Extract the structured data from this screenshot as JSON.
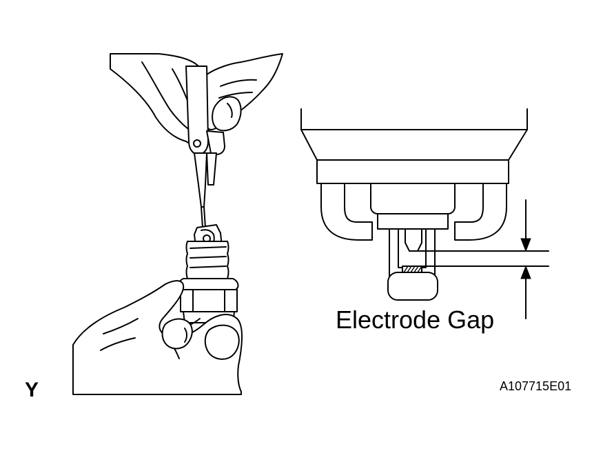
{
  "figure": {
    "electrode_gap_label": "Electrode Gap",
    "view_letter": "Y",
    "figure_code": "A107715E01"
  },
  "colors": {
    "line": "#000000",
    "background": "#ffffff"
  },
  "icons": {
    "hands": "hands-holding-gauge-illustration",
    "spark_plug": "spark-plug-illustration",
    "gap_arrow_top": "arrow-down-icon",
    "gap_arrow_bottom": "arrow-up-icon"
  }
}
